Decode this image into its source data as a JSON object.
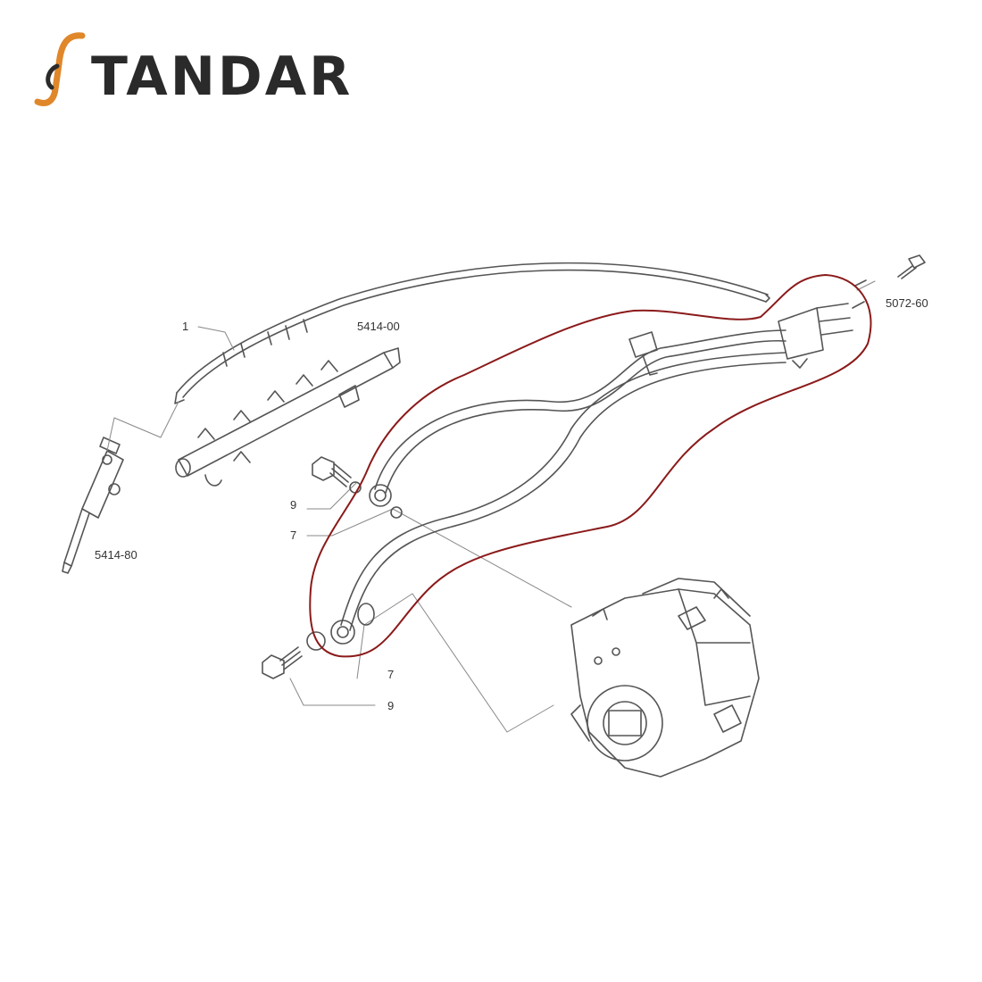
{
  "brand": {
    "name": "TANDAR",
    "accent": "#e0872a",
    "dark": "#2a2a2a"
  },
  "highlight_color": "#8b1a1a",
  "callouts": [
    {
      "id": "c-1",
      "label": "1"
    },
    {
      "id": "c-5414-00",
      "label": "5414-00"
    },
    {
      "id": "c-5072-60",
      "label": "5072-60"
    },
    {
      "id": "c-5414-80",
      "label": "5414-80"
    },
    {
      "id": "c-9-top",
      "label": "9"
    },
    {
      "id": "c-7-top",
      "label": "7"
    },
    {
      "id": "c-7-bottom",
      "label": "7"
    },
    {
      "id": "c-9-bottom",
      "label": "9"
    }
  ]
}
